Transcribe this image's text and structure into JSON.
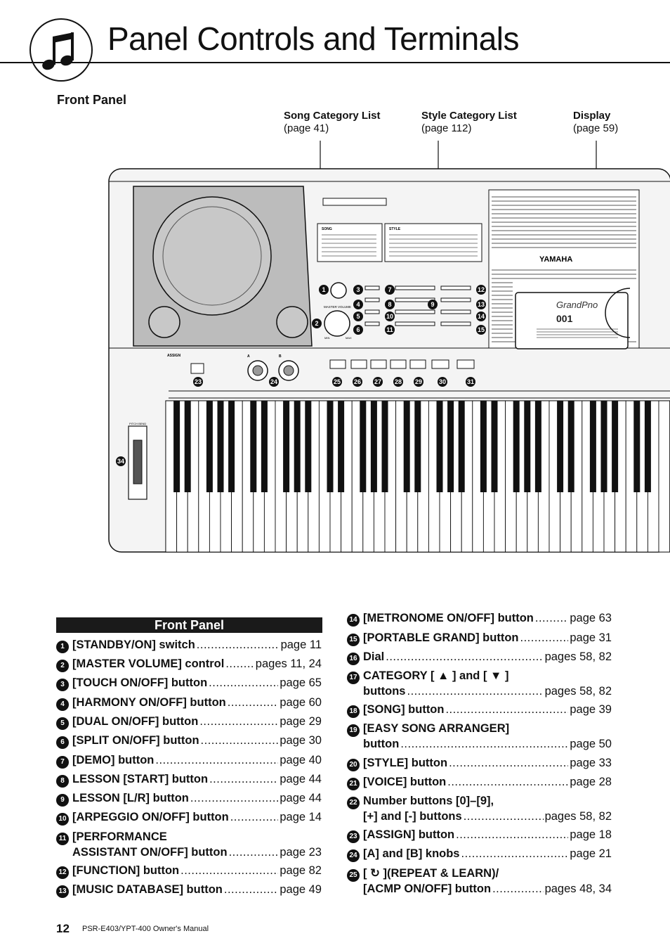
{
  "page": {
    "title": "Panel Controls and Terminals",
    "section_heading": "Front Panel",
    "page_number": "12",
    "manual_name": "PSR-E403/YPT-400  Owner's Manual"
  },
  "callouts": [
    {
      "label": "Song Category List",
      "ref": "(page 41)"
    },
    {
      "label": "Style Category List",
      "ref": "(page 112)"
    },
    {
      "label": "Display",
      "ref": "(page 59)"
    }
  ],
  "keyboard": {
    "brand": "YAMAHA",
    "screen_logo": "GrandPno",
    "screen_number": "001",
    "song_list_title": "SONG",
    "style_list_title": "STYLE",
    "master_volume": "MASTER VOLUME",
    "vol_min": "MIN",
    "vol_max": "MAX",
    "pitch_bend": "PITCH BEND",
    "assign": "ASSIGN",
    "knob_a": "A",
    "knob_b": "B"
  },
  "list": {
    "header": "Front Panel",
    "left": [
      {
        "num": "1",
        "lines": [
          {
            "label": "[STANDBY/ON] switch",
            "page": "page 11"
          }
        ]
      },
      {
        "num": "2",
        "lines": [
          {
            "label": "[MASTER VOLUME] control",
            "page": "pages 11, 24"
          }
        ]
      },
      {
        "num": "3",
        "lines": [
          {
            "label": "[TOUCH ON/OFF] button",
            "page": "page 65"
          }
        ]
      },
      {
        "num": "4",
        "lines": [
          {
            "label": "[HARMONY ON/OFF] button",
            "page": "page 60"
          }
        ]
      },
      {
        "num": "5",
        "lines": [
          {
            "label": "[DUAL ON/OFF] button",
            "page": "page 29"
          }
        ]
      },
      {
        "num": "6",
        "lines": [
          {
            "label": "[SPLIT ON/OFF] button",
            "page": "page 30"
          }
        ]
      },
      {
        "num": "7",
        "lines": [
          {
            "label": "[DEMO] button",
            "page": "page 40"
          }
        ]
      },
      {
        "num": "8",
        "lines": [
          {
            "label": "LESSON [START] button",
            "page": "page 44"
          }
        ]
      },
      {
        "num": "9",
        "lines": [
          {
            "label": "LESSON [L/R] button",
            "page": "page 44"
          }
        ]
      },
      {
        "num": "10",
        "lines": [
          {
            "label": "[ARPEGGIO ON/OFF] button",
            "page": "page 14"
          }
        ]
      },
      {
        "num": "11",
        "lines": [
          {
            "label": "[PERFORMANCE",
            "page": ""
          },
          {
            "label": "ASSISTANT ON/OFF] button",
            "page": "page 23"
          }
        ]
      },
      {
        "num": "12",
        "lines": [
          {
            "label": "[FUNCTION] button",
            "page": "page 82"
          }
        ]
      },
      {
        "num": "13",
        "lines": [
          {
            "label": "[MUSIC DATABASE] button",
            "page": "page 49"
          }
        ]
      }
    ],
    "right": [
      {
        "num": "14",
        "lines": [
          {
            "label": "[METRONOME ON/OFF] button",
            "page": "page 63"
          }
        ]
      },
      {
        "num": "15",
        "lines": [
          {
            "label": "[PORTABLE GRAND] button",
            "page": "page 31"
          }
        ]
      },
      {
        "num": "16",
        "lines": [
          {
            "label": "Dial",
            "page": "pages 58, 82"
          }
        ]
      },
      {
        "num": "17",
        "lines": [
          {
            "label": "CATEGORY [ ▲ ] and [ ▼ ]",
            "page": ""
          },
          {
            "label": "buttons",
            "page": "pages 58, 82"
          }
        ]
      },
      {
        "num": "18",
        "lines": [
          {
            "label": "[SONG] button",
            "page": "page 39"
          }
        ]
      },
      {
        "num": "19",
        "lines": [
          {
            "label": "[EASY SONG ARRANGER]",
            "page": ""
          },
          {
            "label": "button",
            "page": "page 50"
          }
        ]
      },
      {
        "num": "20",
        "lines": [
          {
            "label": "[STYLE] button",
            "page": "page 33"
          }
        ]
      },
      {
        "num": "21",
        "lines": [
          {
            "label": "[VOICE] button",
            "page": "page 28"
          }
        ]
      },
      {
        "num": "22",
        "lines": [
          {
            "label": "Number buttons [0]–[9],",
            "page": ""
          },
          {
            "label": "[+] and [-] buttons",
            "page": "pages 58, 82"
          }
        ]
      },
      {
        "num": "23",
        "lines": [
          {
            "label": "[ASSIGN] button",
            "page": "page 18"
          }
        ]
      },
      {
        "num": "24",
        "lines": [
          {
            "label": "[A] and [B] knobs",
            "page": "page 21"
          }
        ]
      },
      {
        "num": "25",
        "lines": [
          {
            "label": "[ ↻ ](REPEAT & LEARN)/",
            "page": ""
          },
          {
            "label": "[ACMP ON/OFF] button",
            "page": "pages 48, 34"
          }
        ]
      }
    ]
  }
}
